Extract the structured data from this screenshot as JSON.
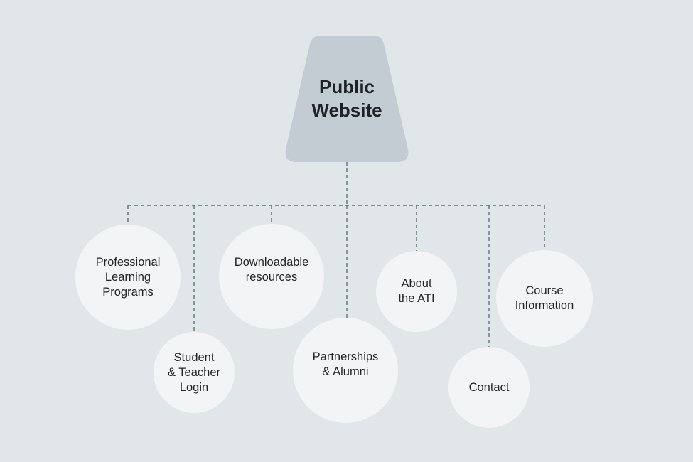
{
  "colors": {
    "background": "#e1e6e9",
    "root_fill": "#c2ccd2",
    "node_fill": "#f3f4f6",
    "connector": "#5d7080",
    "text": "#22262b"
  },
  "root": {
    "label": "Public\nWebsite",
    "shape": "trapezoid"
  },
  "connector_style": "dashed",
  "nodes": [
    {
      "id": "professional-learning",
      "label": "Professional\nLearning\nPrograms"
    },
    {
      "id": "student-teacher-login",
      "label": "Student\n& Teacher\nLogin"
    },
    {
      "id": "downloadable-resources",
      "label": "Downloadable\nresources"
    },
    {
      "id": "partnerships-alumni",
      "label": "Partnerships\n& Alumni"
    },
    {
      "id": "about-ati",
      "label": "About\nthe ATI"
    },
    {
      "id": "contact",
      "label": "Contact"
    },
    {
      "id": "course-information",
      "label": "Course\nInformation"
    }
  ]
}
